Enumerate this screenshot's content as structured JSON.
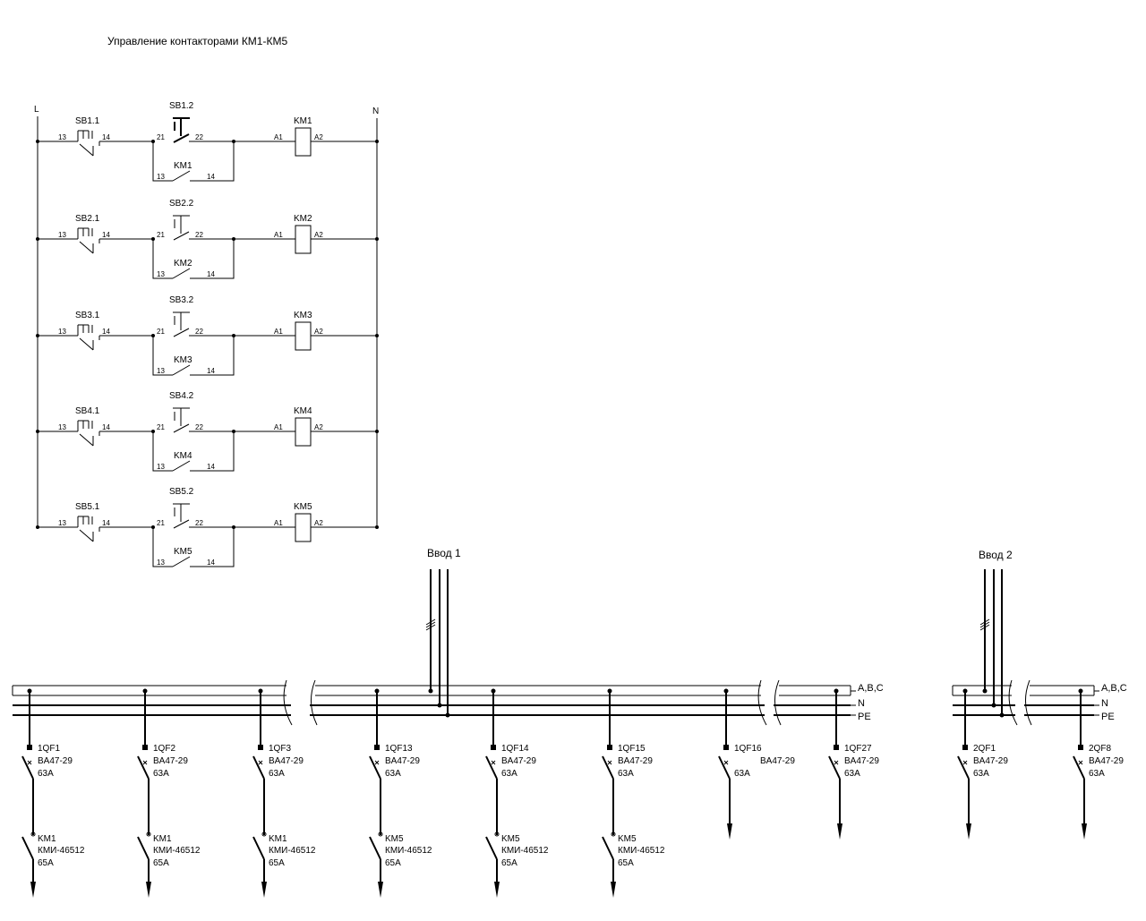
{
  "title": "Управление контакторами КМ1-КМ5",
  "terminals": {
    "L": "L",
    "N": "N"
  },
  "pins": {
    "no_in": "13",
    "no_out": "14",
    "nc_in": "21",
    "nc_out": "22",
    "coil_in": "A1",
    "coil_out": "A2"
  },
  "control_rungs": [
    {
      "start": "SB1.1",
      "stop": "SB1.2",
      "coil": "KM1",
      "aux": "KM1"
    },
    {
      "start": "SB2.1",
      "stop": "SB2.2",
      "coil": "KM2",
      "aux": "KM2"
    },
    {
      "start": "SB3.1",
      "stop": "SB3.2",
      "coil": "KM3",
      "aux": "KM3"
    },
    {
      "start": "SB4.1",
      "stop": "SB4.2",
      "coil": "KM4",
      "aux": "KM4"
    },
    {
      "start": "SB5.1",
      "stop": "SB5.2",
      "coil": "KM5",
      "aux": "KM5"
    }
  ],
  "feeds": [
    "Ввод 1",
    "Ввод 2"
  ],
  "bus_labels": [
    "A,B,C",
    "N",
    "PE"
  ],
  "feeders": [
    {
      "qf": "1QF1",
      "qf_type": "BA47-29",
      "qf_rating": "63A",
      "km": "KM1",
      "km_type": "КМИ-46512",
      "km_rating": "65A"
    },
    {
      "qf": "1QF2",
      "qf_type": "BA47-29",
      "qf_rating": "63A",
      "km": "KM1",
      "km_type": "КМИ-46512",
      "km_rating": "65A"
    },
    {
      "qf": "1QF3",
      "qf_type": "BA47-29",
      "qf_rating": "63A",
      "km": "KM1",
      "km_type": "КМИ-46512",
      "km_rating": "65A"
    },
    {
      "qf": "1QF13",
      "qf_type": "BA47-29",
      "qf_rating": "63A",
      "km": "KM5",
      "km_type": "КМИ-46512",
      "km_rating": "65A"
    },
    {
      "qf": "1QF14",
      "qf_type": "BA47-29",
      "qf_rating": "63A",
      "km": "KM5",
      "km_type": "КМИ-46512",
      "km_rating": "65A"
    },
    {
      "qf": "1QF15",
      "qf_type": "BA47-29",
      "qf_rating": "63A",
      "km": "KM5",
      "km_type": "КМИ-46512",
      "km_rating": "65A"
    },
    {
      "qf": "1QF16",
      "qf_type": "BA47-29",
      "qf_rating": "63A"
    },
    {
      "qf": "1QF27",
      "qf_type": "BA47-29",
      "qf_rating": "63A"
    },
    {
      "qf": "2QF1",
      "qf_type": "BA47-29",
      "qf_rating": "63A"
    },
    {
      "qf": "2QF8",
      "qf_type": "BA47-29",
      "qf_rating": "63A"
    }
  ]
}
